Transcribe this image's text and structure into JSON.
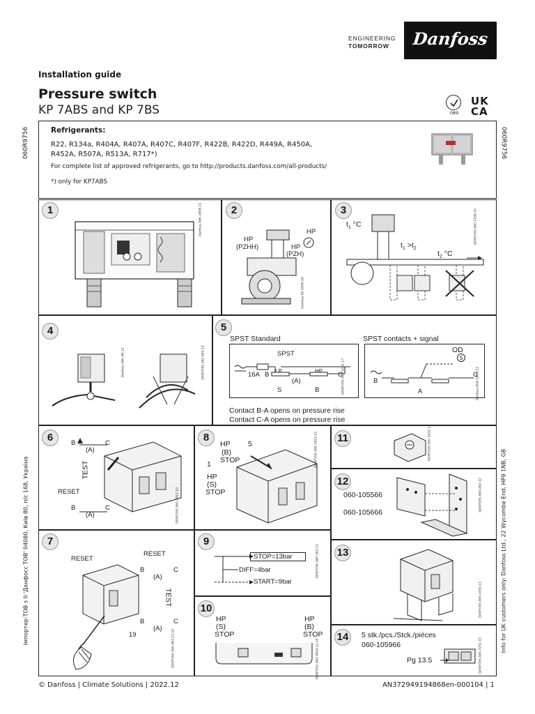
{
  "header": {
    "tagline_line1": "ENGINEERING",
    "tagline_line2": "TOMORROW",
    "brand": "Danfoss",
    "doc_type": "Installation guide",
    "title": "Pressure switch",
    "subtitle": "KP 7ABS and KP 7BS",
    "cert_number": "089",
    "ukca_line1": "UK",
    "ukca_line2": "CA"
  },
  "side": {
    "left_code": "060R9756",
    "right_code": "060R9756",
    "importer": "Імпортер:ТОВ з ІІ 'Данфосс ТОВ' 04080, Київ 80, п/с 168, Україна",
    "uk_info": "Info for UK customers only: Danfoss Ltd., 22 Wycombe End, HP9 1NB, GB"
  },
  "refrigerants": {
    "heading": "Refrigerants:",
    "list": "R22, R134a, R404A, R407A, R407C, R407F, R422B, R422D, R449A, R450A, R452A, R507A, R513A, R717*)",
    "link_text": "For complete list of approved refrigerants, go to http://products.danfoss.com/all-products/",
    "note": "*) only for KP7ABS"
  },
  "sections": {
    "s1": {
      "num": "1",
      "code": "Danfoss A60-1808.11"
    },
    "s2": {
      "num": "2",
      "hp1": "HP",
      "hp1_sub": "(PZHH)",
      "hp2": "HP",
      "hp2_sub": "(PZH)",
      "hp3": "HP",
      "code": "Danfoss 60-1606.16"
    },
    "s3": {
      "num": "3",
      "t1": "t",
      "t1_sub": "1",
      "t1_unit": "°C",
      "cond": "t",
      "cond_mid": "1",
      "cond_op": " >t",
      "cond_end": "2",
      "t2": "t",
      "t2_sub": "2",
      "t2_unit": " °C",
      "code": "DANFOSS A60-1258.10"
    },
    "s4": {
      "num": "4",
      "code_a": "Danfoss A60-46.12",
      "code_b": "DANFOSS A60-483.13"
    },
    "s5": {
      "num": "5",
      "left_title": "SPST Standard",
      "right_title": "SPST contacts + signal",
      "spst": "SPST",
      "fuse": "16A",
      "b_top": "B",
      "c_top": "C",
      "lp": "LP",
      "hp": "HP",
      "a": "(A)",
      "s": "S",
      "b_bottom": "B",
      "od": "OD",
      "s_circle": "S",
      "c_right": "C",
      "b_right": "B",
      "a_right": "A",
      "note1": "Contact B-A opens on pressure rise",
      "note2": "Contact C-A opens on pressure rise",
      "code_a": "DANFOSS A60-2061.17",
      "code_b": "Danfoss 60A-1680.11"
    },
    "s6": {
      "num": "6",
      "b1": "B",
      "a1": "(A)",
      "c1": "C",
      "test": "TEST",
      "reset": "RESET",
      "b2": "B",
      "a2": "(A)",
      "c2": "C",
      "code": "DANFOSS A60-3812.10"
    },
    "s7": {
      "num": "7",
      "reset1": "RESET",
      "reset2": "RESET",
      "b1": "B",
      "a1": "(A)",
      "c1": "C",
      "test": "TEST",
      "b2": "B",
      "a2": "(A)",
      "c2": "C",
      "screw": "19",
      "code": "DANFOSS A60-463.12.10"
    },
    "s8": {
      "num": "8",
      "hp1": "HP",
      "hp1b": "(B)",
      "stop1": "STOP",
      "n5": "5",
      "n1": "1",
      "hp2": "HP",
      "hp2b": "(S)",
      "stop2": "STOP",
      "code": "DANFOSS A60-1823.12"
    },
    "s9": {
      "num": "9",
      "stop": "STOP=13bar",
      "diff": "DIFF=4bar",
      "start": "START=9bar",
      "code": "DANFOSS A60-183.11"
    },
    "s10": {
      "num": "10",
      "hp1": "HP",
      "hp1b": "(S)",
      "stop1": "STOP",
      "hp2": "HP",
      "hp2b": "(B)",
      "stop2": "STOP",
      "code": "DANFOSS A60-3854.12.10"
    },
    "s11": {
      "num": "11",
      "code": "DANFOSS A60-3155.12"
    },
    "s12": {
      "num": "12",
      "part1": "060-105566",
      "part2": "060-105666",
      "code": "DANFOSS A60-461.12"
    },
    "s13": {
      "num": "13",
      "code": "DANFOSS A60-1050.11"
    },
    "s14": {
      "num": "14",
      "pack": "5 stk./pcs./Stck./piéces",
      "part": "060-105966",
      "pg": "Pg 13.5",
      "code": "DANFOSS A60-2251.10"
    }
  },
  "footer": {
    "left": "© Danfoss | Climate Solutions | 2022.12",
    "right": "AN372949194868en-000104 | 1"
  }
}
